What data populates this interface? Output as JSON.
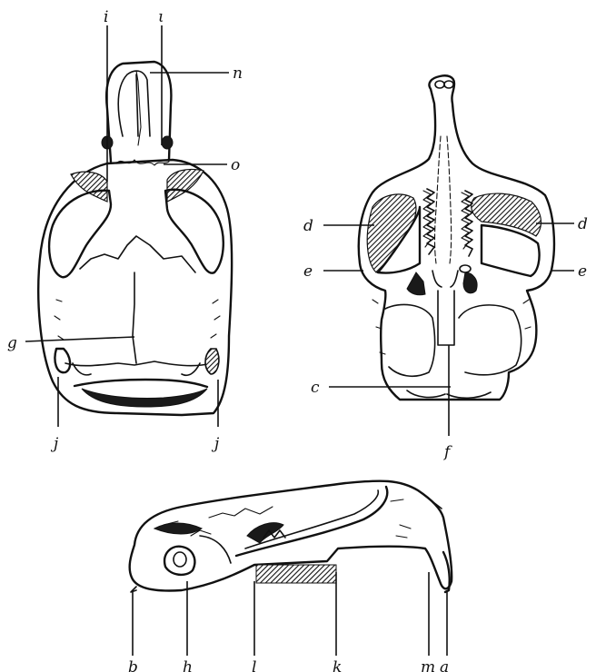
{
  "figure": {
    "labels": {
      "i_left": "i",
      "i_right": "ι",
      "n": "n",
      "o": "o",
      "g": "g",
      "j_left": "j",
      "j_right": "j",
      "d_left": "d",
      "d_right": "d",
      "e_left": "e",
      "e_right": "e",
      "c": "c",
      "f": "f",
      "b": "b",
      "h": "h",
      "l": "l",
      "k": "k",
      "m": "m",
      "a": "a"
    }
  }
}
